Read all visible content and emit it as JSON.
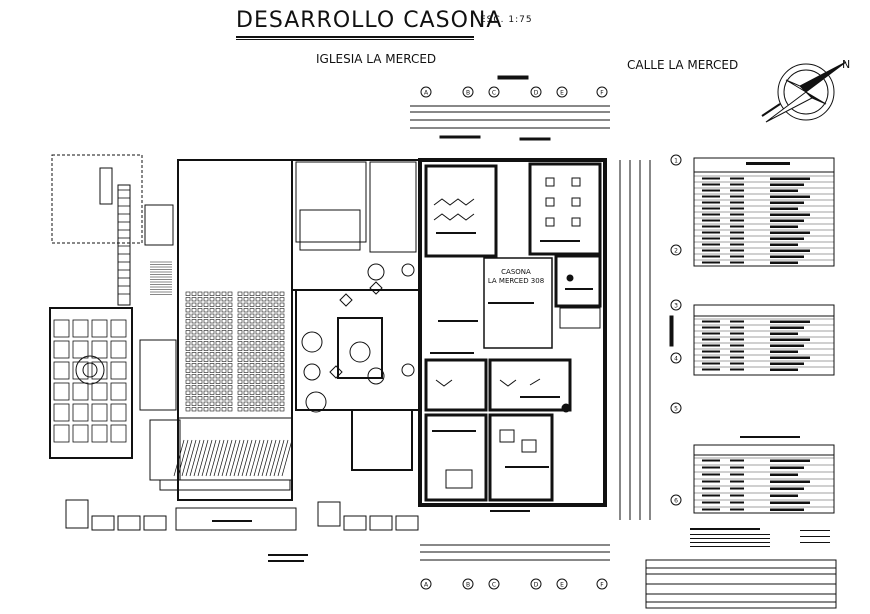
{
  "drawing": {
    "title": "DESARROLLO CASONA",
    "scale": "ESC. 1:75",
    "labels": {
      "church": "IGLESIA LA MERCED",
      "street": "CALLE LA MERCED",
      "building_line1": "CASONA",
      "building_line2": "LA MERCED 308"
    },
    "north": "N",
    "grid_axes_horizontal": [
      "A",
      "B",
      "C",
      "D",
      "E",
      "F"
    ],
    "grid_axes_vertical": [
      "1",
      "2",
      "3",
      "4",
      "5",
      "6"
    ]
  },
  "colors": {
    "ink": "#111111",
    "background": "#ffffff"
  }
}
